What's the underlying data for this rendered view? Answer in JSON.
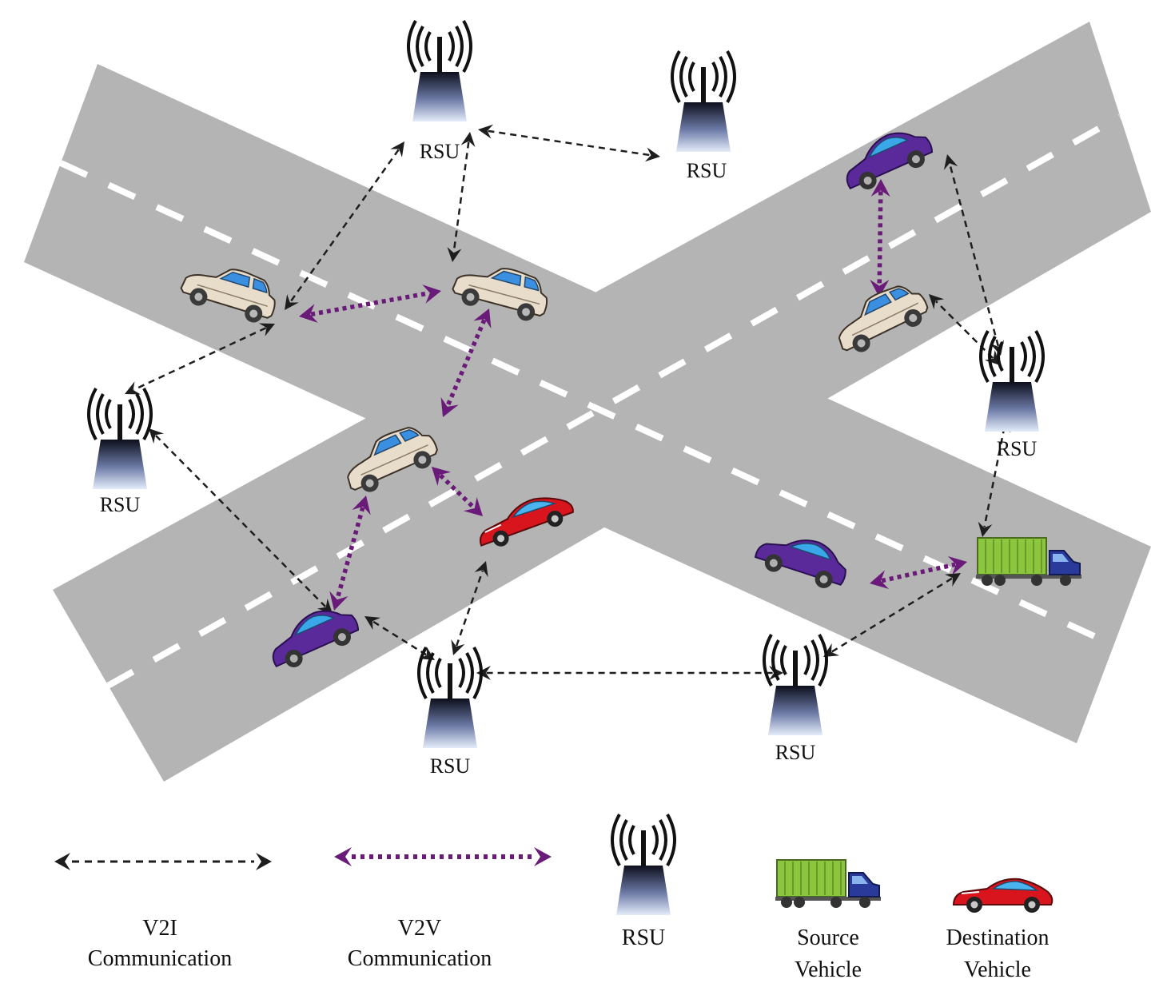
{
  "rsus": [
    {
      "id": "rsu-top-center",
      "label": "RSU"
    },
    {
      "id": "rsu-top-right",
      "label": "RSU"
    },
    {
      "id": "rsu-left",
      "label": "RSU"
    },
    {
      "id": "rsu-right",
      "label": "RSU"
    },
    {
      "id": "rsu-bottom-center",
      "label": "RSU"
    },
    {
      "id": "rsu-bottom-right",
      "label": "RSU"
    }
  ],
  "legend": {
    "v2i": {
      "line1": "V2I",
      "line2": "Communication"
    },
    "v2v": {
      "line1": "V2V",
      "line2": "Communication"
    },
    "rsu": {
      "label": "RSU"
    },
    "source": {
      "line1": "Source",
      "line2": "Vehicle"
    },
    "destination": {
      "line1": "Destination",
      "line2": "Vehicle"
    }
  },
  "colors": {
    "road": "#b4b4b4",
    "lane_marking": "#ffffff",
    "v2i_arrow": "#1e1e1e",
    "v2v_arrow": "#6a1a78",
    "sedan_beige": "#e8dccb",
    "sedan_purple": "#5a2a9a",
    "sports_red": "#d8141c",
    "truck_container": "#8cc63f",
    "truck_cab": "#2a3a9a"
  }
}
